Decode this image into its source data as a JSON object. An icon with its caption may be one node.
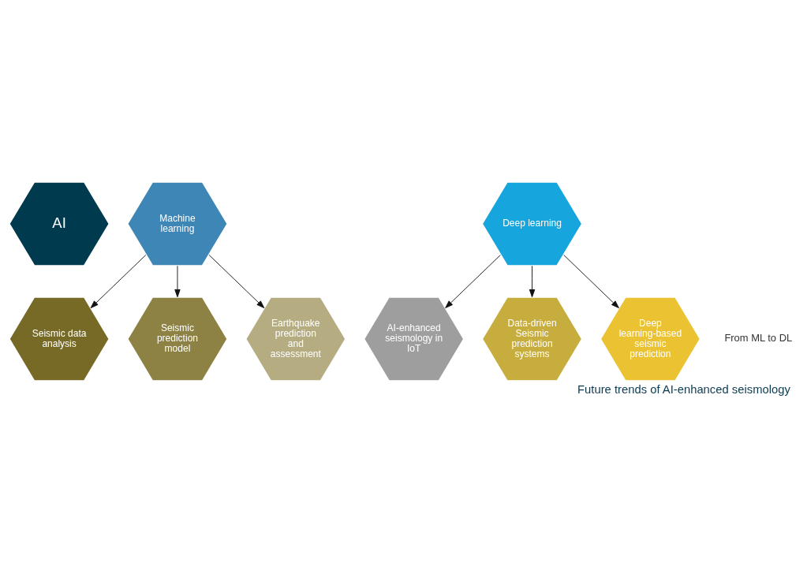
{
  "diagram": {
    "caption": "Future trends of AI-enhanced seismology",
    "nodes": [
      {
        "text": [
          "AI"
        ]
      },
      {
        "text": [
          "Seismic data analysis"
        ]
      },
      {
        "text": [
          "Machine learning"
        ]
      },
      {
        "text": [
          "Deep learning"
        ]
      },
      {
        "text": [
          "AI-enhanced seismology in IoT"
        ]
      },
      {
        "text": [
          "Seismic prediction model"
        ]
      },
      {
        "text": [
          "Earthquake prediction and assessment"
        ]
      },
      {
        "text": [
          "Data-driven Seismic prediction systems"
        ]
      },
      {
        "text": [
          "Deep learning-based seismic prediction"
        ]
      }
    ],
    "edges": [
      {
        "from": 2,
        "to": 1,
        "arrow": "to"
      },
      {
        "from": 2,
        "to": 5,
        "arrow": "to"
      },
      {
        "from": 2,
        "to": 6,
        "arrow": "to"
      },
      {
        "from": 3,
        "to": 7,
        "arrow": "to"
      },
      {
        "from": 3,
        "to": 8,
        "arrow": "to"
      },
      {
        "from": 3,
        "to": 4,
        "arrow": "to"
      }
    ],
    "labels": [
      "From ML to DL"
    ]
  }
}
